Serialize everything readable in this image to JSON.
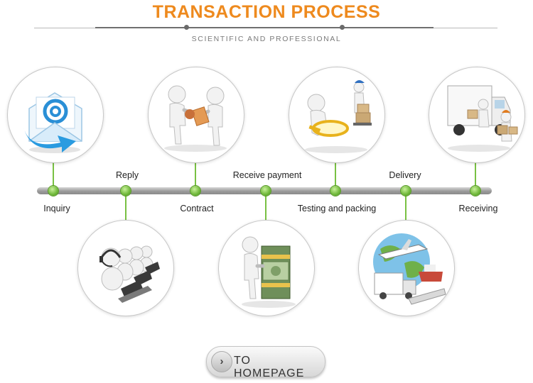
{
  "header": {
    "title": "TRANSACTION PROCESS",
    "subtitle": "SCIENTIFIC AND PROFESSIONAL"
  },
  "steps": [
    {
      "label": "Inquiry",
      "icon": "email-at-icon"
    },
    {
      "label": "Reply",
      "icon": "customer-service-headset-icon"
    },
    {
      "label": "Contract",
      "icon": "handshake-contract-icon"
    },
    {
      "label": "Receive payment",
      "icon": "money-stack-icon"
    },
    {
      "label": "Testing and packing",
      "icon": "magnifier-inspection-icon"
    },
    {
      "label": "Delivery",
      "icon": "globe-transport-icon"
    },
    {
      "label": "Receiving",
      "icon": "delivery-truck-icon"
    }
  ],
  "button": {
    "label": "TO HOMEPAGE",
    "chevron": "›"
  },
  "colors": {
    "accent": "#ee8a1e",
    "node_green": "#6fb83a",
    "timeline_gray": "#9a9a9a"
  }
}
